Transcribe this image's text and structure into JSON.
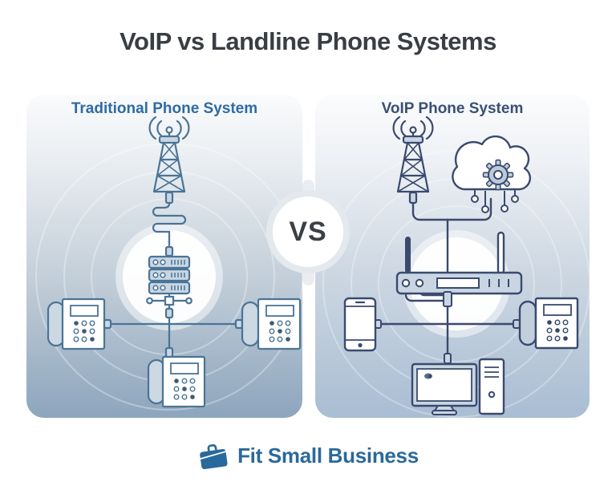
{
  "title": "VoIP vs Landline Phone Systems",
  "vs_label": "VS",
  "left_panel": {
    "heading": "Traditional Phone System",
    "heading_color": "#2e6ba3",
    "line_color": "#4a7496",
    "icons": [
      "signal-waves",
      "radio-tower",
      "coiled-wire",
      "pbx-server-stack",
      "network-splitter",
      "desk-phone",
      "desk-phone",
      "desk-phone"
    ]
  },
  "right_panel": {
    "heading": "VoIP Phone System",
    "heading_color": "#3b4f76",
    "line_color": "#3a4a6e",
    "icons": [
      "signal-waves",
      "radio-tower",
      "cloud",
      "gear",
      "wifi-router",
      "smartphone",
      "desk-phone",
      "desktop-computer"
    ]
  },
  "badge": {
    "label": "VS",
    "ring_color": "#e4e9ee",
    "text_color": "#3b4046"
  },
  "footer": {
    "brand": "Fit Small Business",
    "brand_color": "#2a699b",
    "icon": "briefcase-icon"
  }
}
